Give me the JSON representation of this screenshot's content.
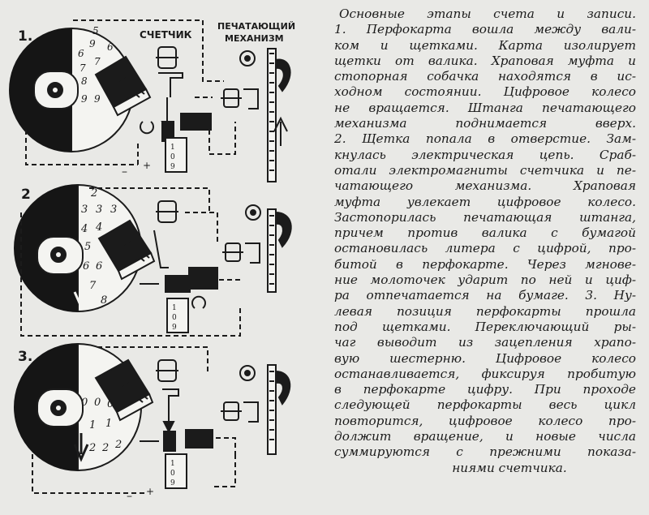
{
  "figure": {
    "counter_label": "СЧЕТЧИК",
    "printer_label_line1": "ПЕЧАТАЮЩИЙ",
    "printer_label_line2": "МЕХАНИЗМ",
    "stages": [
      {
        "number": "1.",
        "digits": [
          "5",
          "6",
          "7",
          "7",
          "8",
          "9",
          "9",
          "6",
          "9"
        ]
      },
      {
        "number": "2",
        "digits": [
          "2",
          "3",
          "3",
          "3",
          "4",
          "4",
          "5",
          "6",
          "6",
          "7",
          "8"
        ]
      },
      {
        "number": "3.",
        "digits": [
          "0",
          "0",
          "0",
          "1",
          "1",
          "2",
          "2",
          "2"
        ]
      }
    ],
    "counter_digits": [
      "1",
      "0",
      "9"
    ],
    "polarity_minus": "–",
    "polarity_plus": "+"
  },
  "caption": {
    "lines": [
      "Основные этапы счета и записи.",
      "1. Перфокарта вошла между вали-",
      "ком и щетками. Карта изолирует",
      "щетки от валика. Храповая муфта и",
      "стопорная собачка находятся в ис-",
      "ходном состоянии. Цифровое колесо",
      "не вращается. Штанга печатающего",
      "механизма поднимается вверх.",
      "2. Щетка попала в отверстие. Зам-",
      "кнулась электрическая цепь. Сраб-",
      "отали электромагниты счетчика и пе-",
      "чатающего механизма. Храповая",
      "муфта увлекает цифровое колесо.",
      "Застопорилась печатающая штанга,",
      "причем против валика с бумагой",
      "остановилась литера с цифрой, про-",
      "битой в перфокарте. Через мгнове-",
      "ние молоточек ударит по ней и циф-",
      "ра отпечатается на бумаге. 3. Ну-",
      "левая позиция перфокарты прошла",
      "под щетками. Переключающий ры-",
      "чаг выводит из зацепления храпо-",
      "вую шестерню. Цифровое колесо",
      "останавливается, фиксируя пробитую",
      "в перфокарте цифру. При проходе",
      "следующей перфокарты весь цикл",
      "повторится, цифровое колесо про-",
      "должит вращение, и новые числа",
      "суммируются с прежними показа-",
      "ниями счетчика."
    ]
  }
}
